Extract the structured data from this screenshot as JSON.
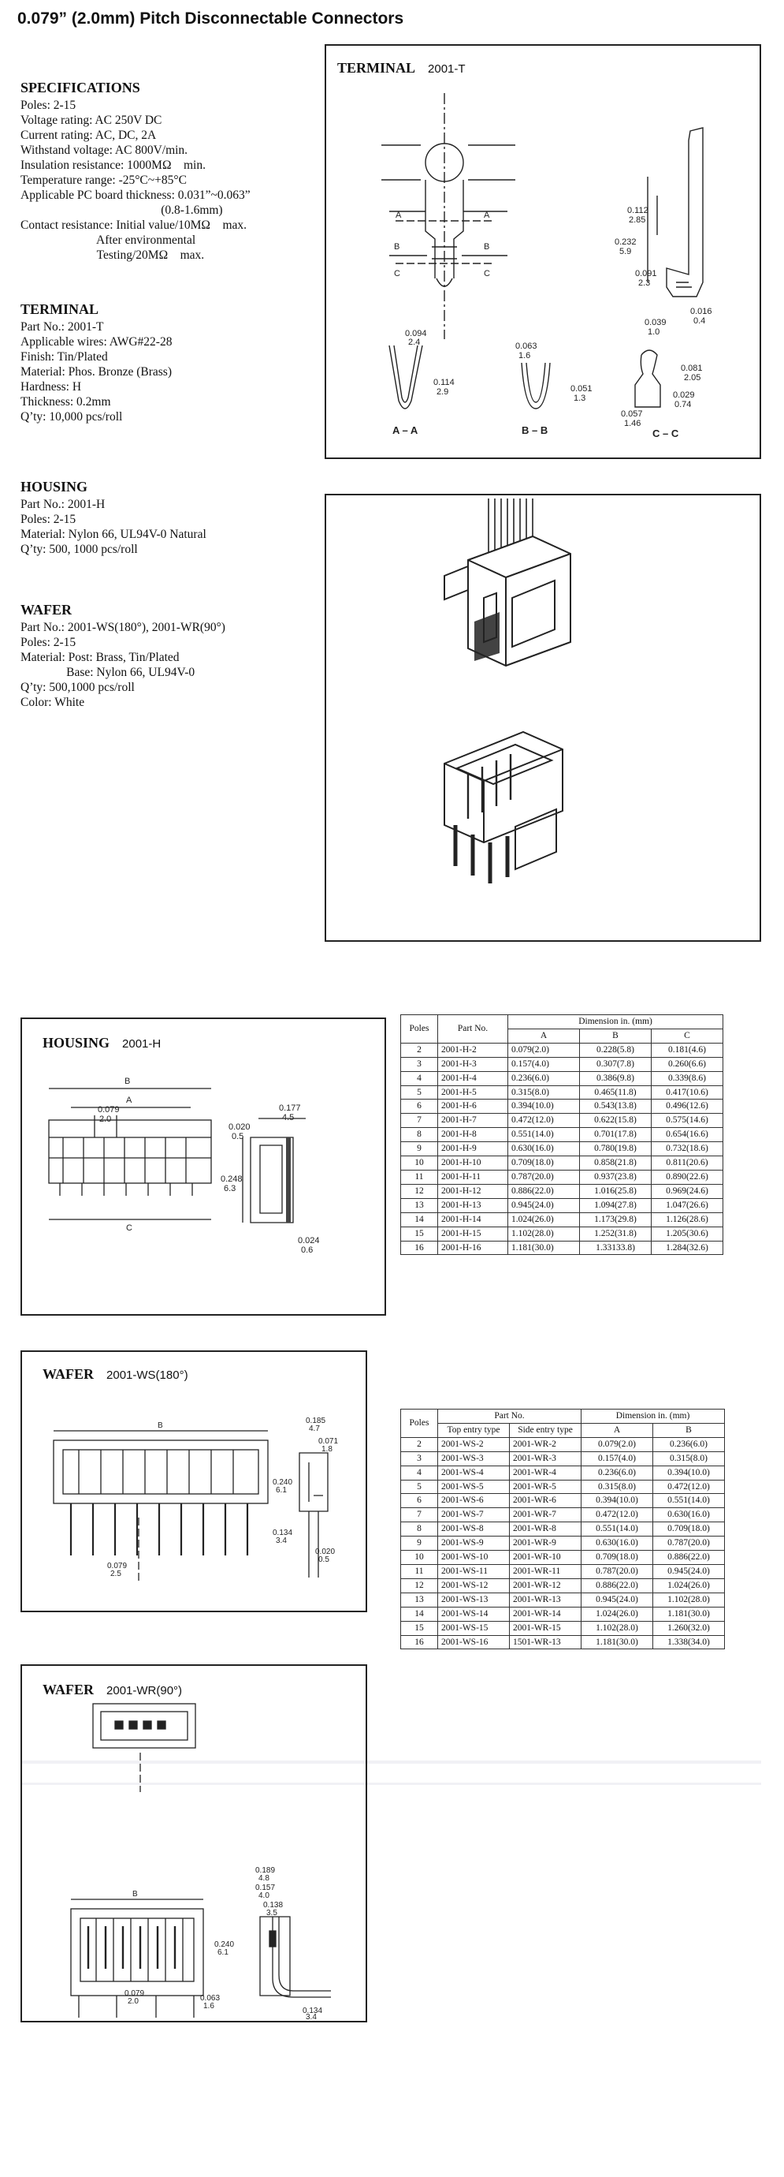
{
  "title": "0.079” (2.0mm) Pitch Disconnectable Connectors",
  "specifications": {
    "heading": "SPECIFICATIONS",
    "lines": [
      "Poles: 2-15",
      "Voltage rating: AC 250V DC",
      "Current rating: AC, DC, 2A",
      "Withstand voltage: AC 800V/min.",
      "Insulation resistance: 1000MΩ    min.",
      "Temperature range: -25°C~+85°C",
      "Applicable PC board thickness: 0.031”~0.063”",
      "                                              (0.8-1.6mm)",
      "Contact resistance: Initial value/10MΩ    max.",
      "                         After environmental",
      "                         Testing/20MΩ    max."
    ]
  },
  "terminal_spec": {
    "heading": "TERMINAL",
    "lines": [
      "Part No.: 2001-T",
      "Applicable wires: AWG#22-28",
      "Finish: Tin/Plated",
      "Material: Phos. Bronze (Brass)",
      "Hardness: H",
      "Thickness: 0.2mm",
      "Q’ty: 10,000 pcs/roll"
    ]
  },
  "housing_spec": {
    "heading": "HOUSING",
    "lines": [
      "Part No.: 2001-H",
      "Poles: 2-15",
      "Material: Nylon 66, UL94V-0 Natural",
      "Q’ty: 500, 1000 pcs/roll"
    ]
  },
  "wafer_spec": {
    "heading": "WAFER",
    "lines": [
      "Part No.: 2001-WS(180°), 2001-WR(90°)",
      "Poles: 2-15",
      "Material: Post: Brass, Tin/Plated",
      "               Base: Nylon 66, UL94V-0",
      "Q’ty: 500,1000 pcs/roll",
      "Color: White"
    ]
  },
  "terminal_drawing": {
    "title": "TERMINAL",
    "part": "2001-T",
    "labels": {
      "a": "A",
      "b": "B",
      "c": "C",
      "d112": "0.112",
      "d285": "2.85",
      "d232": "0.232",
      "d59": "5.9",
      "d091": "0.091",
      "d23": "2.3",
      "d016": "0.016",
      "d04": "0.4",
      "d094": "0.094",
      "d24": "2.4",
      "d114": "0.114",
      "d29": "2.9",
      "d063": "0.063",
      "d16": "1.6",
      "d051": "0.051",
      "d13": "1.3",
      "d039": "0.039",
      "d10": "1.0",
      "d081": "0.081",
      "d205": "2.05",
      "d029": "0.029",
      "d074": "0.74",
      "d057": "0.057",
      "d146": "1.46",
      "sec_aa": "A – A",
      "sec_bb": "B – B",
      "sec_cc": "C – C"
    }
  },
  "housing_drawing": {
    "title": "HOUSING",
    "part": "2001-H",
    "labels": {
      "a": "A",
      "b": "B",
      "c": "C",
      "d079": "0.079",
      "d20": "2.0",
      "d177": "0.177",
      "d45": "4.5",
      "d020": "0.020",
      "d05": "0.5",
      "d248": "0.248",
      "d63": "6.3",
      "d024": "0.024",
      "d06": "0.6"
    }
  },
  "wafer_ws_drawing": {
    "title": "WAFER",
    "part": "2001-WS(180°)",
    "labels": {
      "b": "B",
      "d185": "0.185",
      "d47": "4.7",
      "d071": "0.071",
      "d18": "1.8",
      "d240": "0.240",
      "d61": "6.1",
      "d134": "0.134",
      "d34": "3.4",
      "d079": "0.079",
      "d25": "2.5",
      "d020": "0.020",
      "d05": "0.5"
    }
  },
  "wafer_wr_drawing": {
    "title": "WAFER",
    "part": "2001-WR(90°)",
    "labels": {
      "b": "B",
      "d189": "0.189",
      "d48": "4.8",
      "d157": "0.157",
      "d40": "4.0",
      "d138": "0.138",
      "d35": "3.5",
      "d240": "0.240",
      "d61": "6.1",
      "d079": "0.079",
      "d20": "2.0",
      "d063": "0.063",
      "d16": "1.6",
      "d134": "0.134",
      "d34": "3.4"
    }
  },
  "housing_table": {
    "headers": [
      "Poles",
      "Part No.",
      "Dimension in. (mm)",
      "A",
      "B",
      "C"
    ],
    "rows": [
      [
        "2",
        "2001-H-2",
        "0.079(2.0)",
        "0.228(5.8)",
        "0.181(4.6)"
      ],
      [
        "3",
        "2001-H-3",
        "0.157(4.0)",
        "0.307(7.8)",
        "0.260(6.6)"
      ],
      [
        "4",
        "2001-H-4",
        "0.236(6.0)",
        "0.386(9.8)",
        "0.339(8.6)"
      ],
      [
        "5",
        "2001-H-5",
        "0.315(8.0)",
        "0.465(11.8)",
        "0.417(10.6)"
      ],
      [
        "6",
        "2001-H-6",
        "0.394(10.0)",
        "0.543(13.8)",
        "0.496(12.6)"
      ],
      [
        "7",
        "2001-H-7",
        "0.472(12.0)",
        "0.622(15.8)",
        "0.575(14.6)"
      ],
      [
        "8",
        "2001-H-8",
        "0.551(14.0)",
        "0.701(17.8)",
        "0.654(16.6)"
      ],
      [
        "9",
        "2001-H-9",
        "0.630(16.0)",
        "0.780(19.8)",
        "0.732(18.6)"
      ],
      [
        "10",
        "2001-H-10",
        "0.709(18.0)",
        "0.858(21.8)",
        "0.811(20.6)"
      ],
      [
        "11",
        "2001-H-11",
        "0.787(20.0)",
        "0.937(23.8)",
        "0.890(22.6)"
      ],
      [
        "12",
        "2001-H-12",
        "0.886(22.0)",
        "1.016(25.8)",
        "0.969(24.6)"
      ],
      [
        "13",
        "2001-H-13",
        "0.945(24.0)",
        "1.094(27.8)",
        "1.047(26.6)"
      ],
      [
        "14",
        "2001-H-14",
        "1.024(26.0)",
        "1.173(29.8)",
        "1.126(28.6)"
      ],
      [
        "15",
        "2001-H-15",
        "1.102(28.0)",
        "1.252(31.8)",
        "1.205(30.6)"
      ],
      [
        "16",
        "2001-H-16",
        "1.181(30.0)",
        "1.33133.8)",
        "1.284(32.6)"
      ]
    ]
  },
  "wafer_table": {
    "headers": [
      "Poles",
      "Part No.",
      "Dimension in. (mm)",
      "Top entry type",
      "Side entry type",
      "A",
      "B"
    ],
    "rows": [
      [
        "2",
        "2001-WS-2",
        "2001-WR-2",
        "0.079(2.0)",
        "0.236(6.0)"
      ],
      [
        "3",
        "2001-WS-3",
        "2001-WR-3",
        "0.157(4.0)",
        "0.315(8.0)"
      ],
      [
        "4",
        "2001-WS-4",
        "2001-WR-4",
        "0.236(6.0)",
        "0.394(10.0)"
      ],
      [
        "5",
        "2001-WS-5",
        "2001-WR-5",
        "0.315(8.0)",
        "0.472(12.0)"
      ],
      [
        "6",
        "2001-WS-6",
        "2001-WR-6",
        "0.394(10.0)",
        "0.551(14.0)"
      ],
      [
        "7",
        "2001-WS-7",
        "2001-WR-7",
        "0.472(12.0)",
        "0.630(16.0)"
      ],
      [
        "8",
        "2001-WS-8",
        "2001-WR-8",
        "0.551(14.0)",
        "0.709(18.0)"
      ],
      [
        "9",
        "2001-WS-9",
        "2001-WR-9",
        "0.630(16.0)",
        "0.787(20.0)"
      ],
      [
        "10",
        "2001-WS-10",
        "2001-WR-10",
        "0.709(18.0)",
        "0.886(22.0)"
      ],
      [
        "11",
        "2001-WS-11",
        "2001-WR-11",
        "0.787(20.0)",
        "0.945(24.0)"
      ],
      [
        "12",
        "2001-WS-12",
        "2001-WR-12",
        "0.886(22.0)",
        "1.024(26.0)"
      ],
      [
        "13",
        "2001-WS-13",
        "2001-WR-13",
        "0.945(24.0)",
        "1.102(28.0)"
      ],
      [
        "14",
        "2001-WS-14",
        "2001-WR-14",
        "1.024(26.0)",
        "1.181(30.0)"
      ],
      [
        "15",
        "2001-WS-15",
        "2001-WR-15",
        "1.102(28.0)",
        "1.260(32.0)"
      ],
      [
        "16",
        "2001-WS-16",
        "1501-WR-13",
        "1.181(30.0)",
        "1.338(34.0)"
      ]
    ]
  }
}
